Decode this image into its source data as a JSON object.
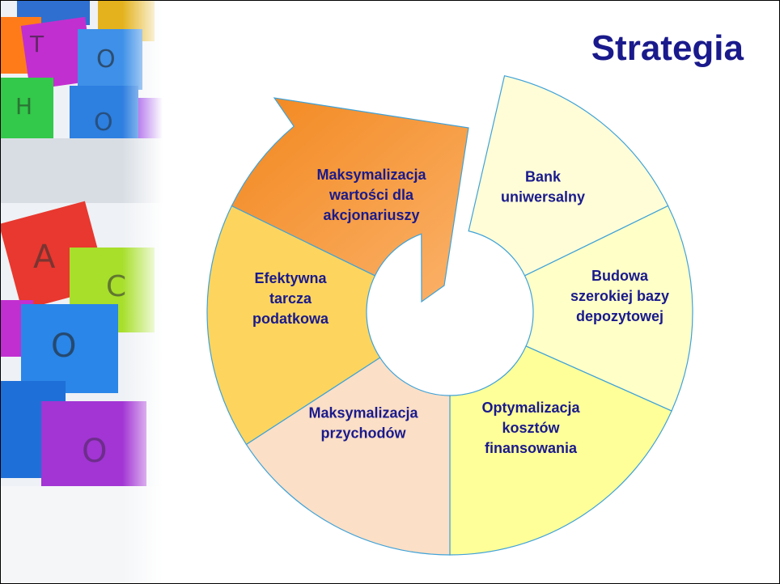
{
  "slide": {
    "title": "Strategia"
  },
  "diagram": {
    "segments": [
      {
        "lines": [
          "Bank",
          "uniwersalny"
        ],
        "color": "#FFFDD8"
      },
      {
        "lines": [
          "Budowa",
          "szerokiej bazy",
          "depozytowej"
        ],
        "color": "#FFFFC8"
      },
      {
        "lines": [
          "Optymalizacja",
          "kosztów",
          "finansowania"
        ],
        "color": "#FFFF99"
      },
      {
        "lines": [
          "Maksymalizacja",
          "przychodów"
        ],
        "color": "#FBDFC6"
      },
      {
        "lines": [
          "Efektywna",
          "tarcza",
          "podatkowa"
        ],
        "color": "#FDD55E"
      },
      {
        "lines": [
          "Maksymalizacja",
          "wartości dla",
          "akcjonariuszy"
        ],
        "color": "#F79B3C"
      }
    ],
    "outline_color": "#3FA2D8",
    "text_color": "#1a1a8c"
  }
}
